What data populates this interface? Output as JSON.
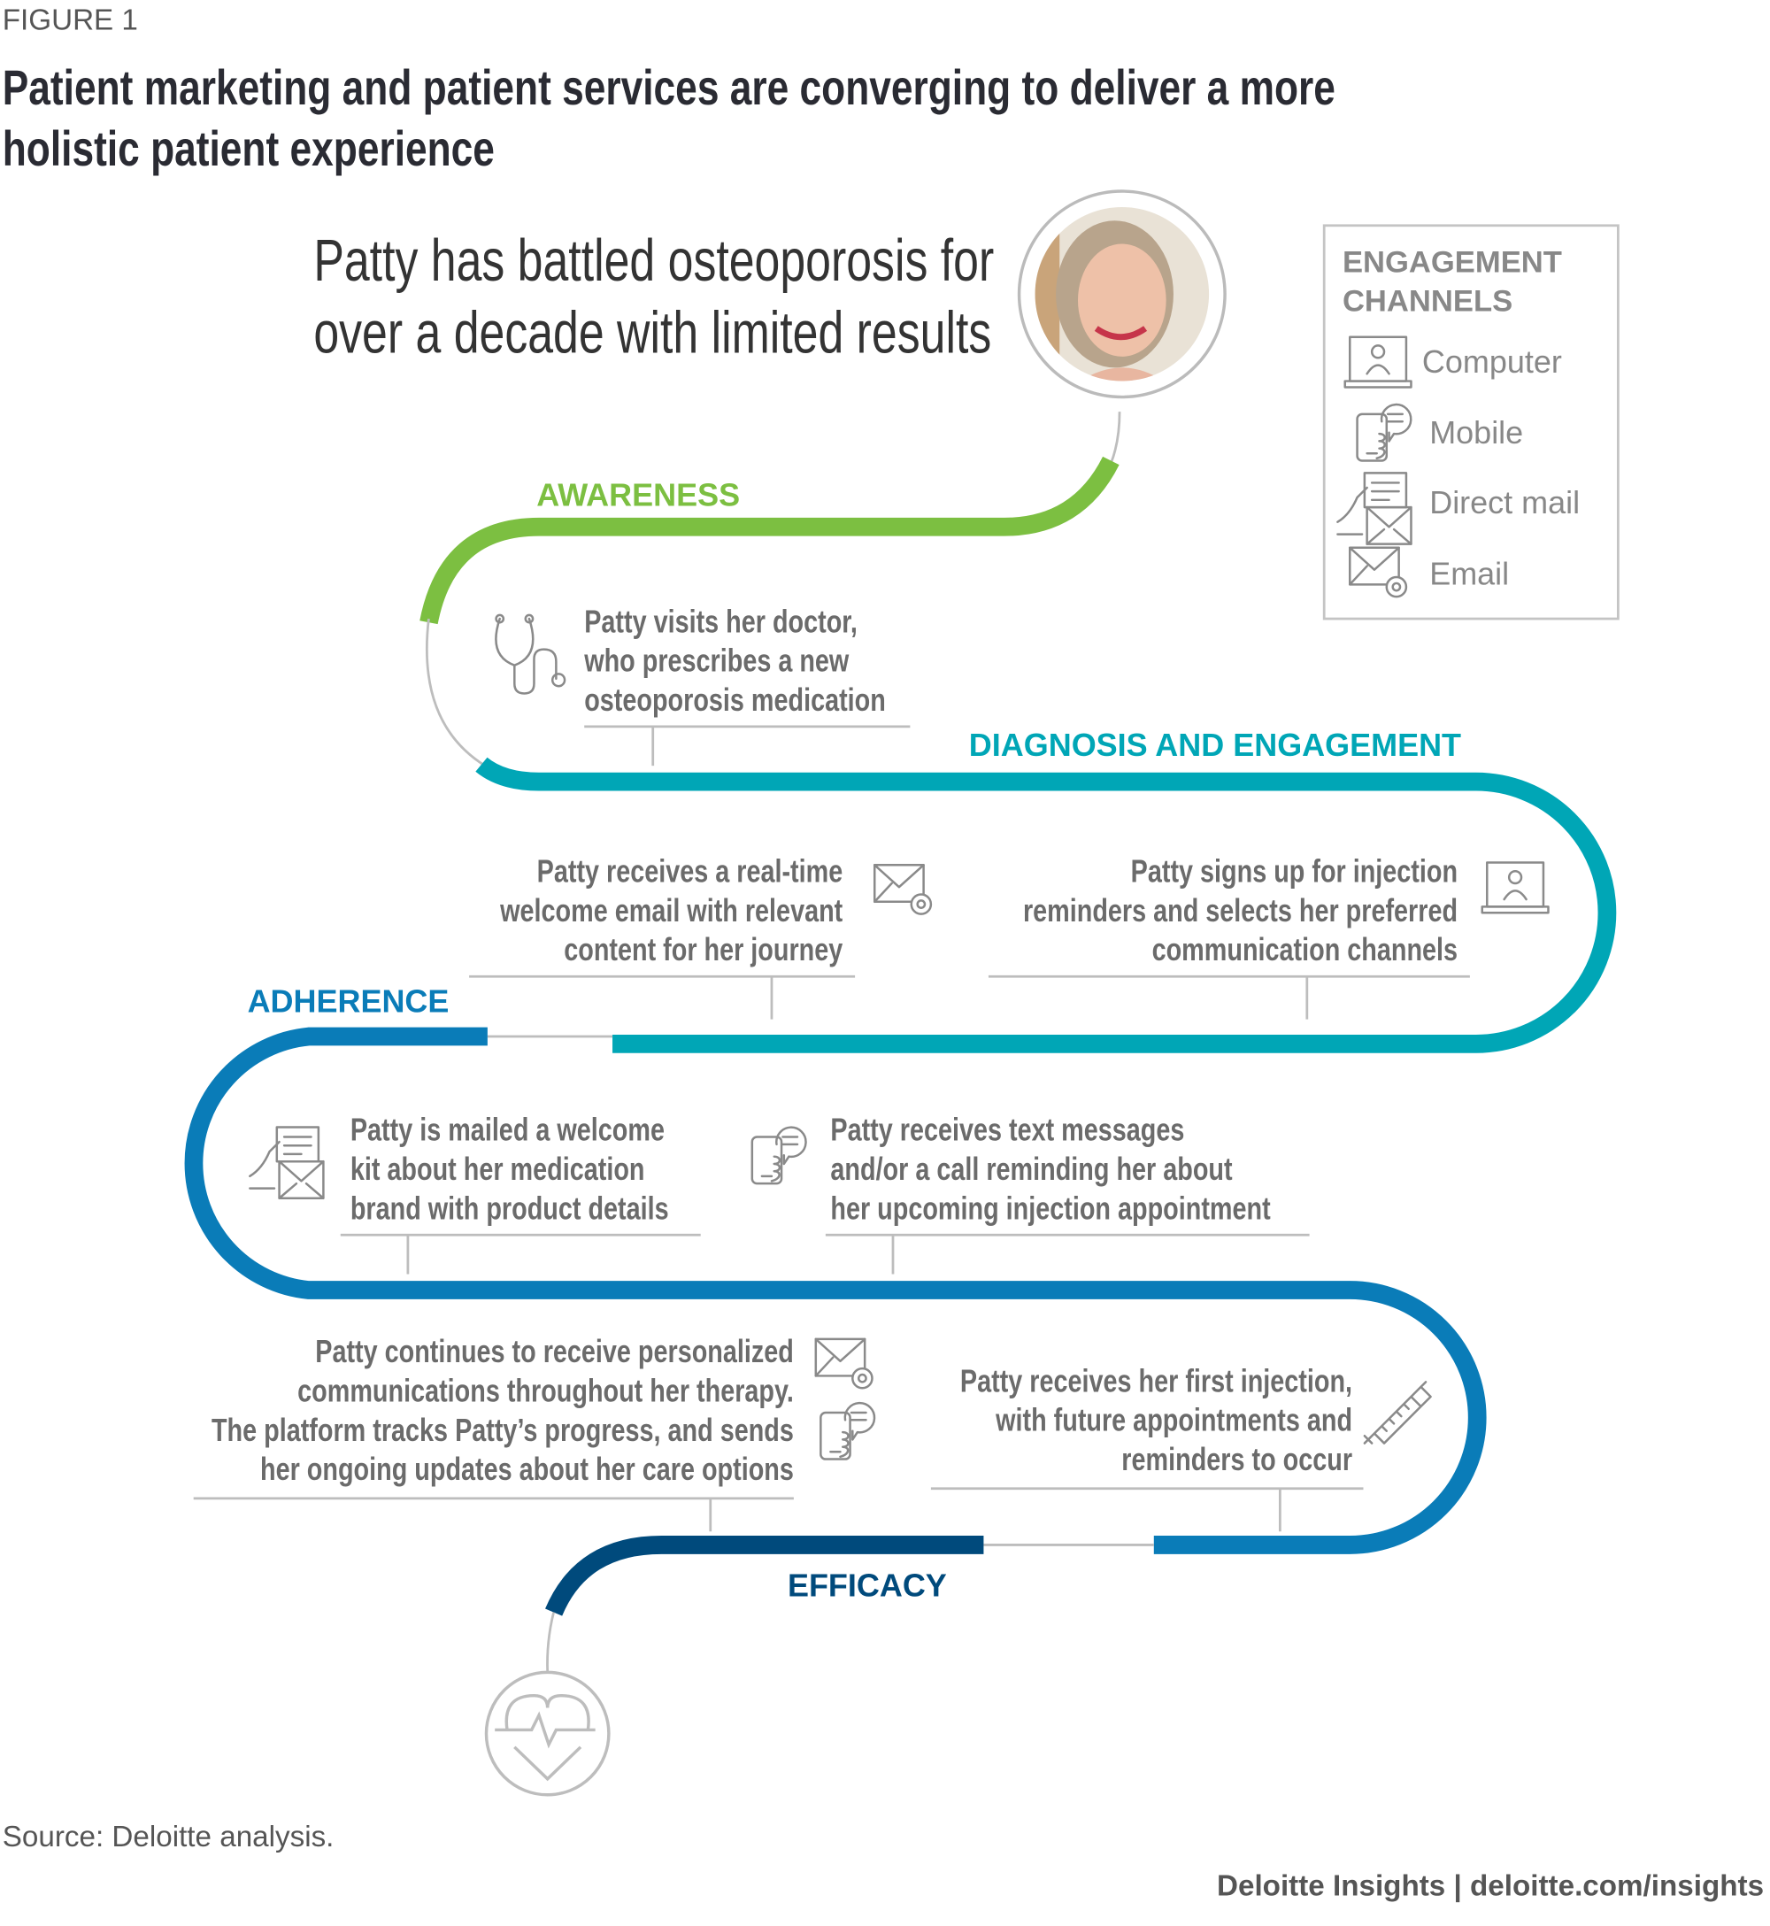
{
  "figure_label": "FIGURE 1",
  "title": [
    "Patient marketing and patient services are converging to deliver a more",
    "holistic patient experience"
  ],
  "intro": [
    "Patty has battled osteoporosis for",
    "over a decade with limited results"
  ],
  "legend": {
    "title": [
      "ENGAGEMENT",
      "CHANNELS"
    ],
    "items": [
      {
        "icon": "computer-icon",
        "label": "Computer"
      },
      {
        "icon": "mobile-icon",
        "label": "Mobile"
      },
      {
        "icon": "direct-mail-icon",
        "label": "Direct mail"
      },
      {
        "icon": "email-icon",
        "label": "Email"
      }
    ]
  },
  "stages": {
    "awareness": {
      "label": "AWARENESS",
      "color": "#7cbf41"
    },
    "diagnosis": {
      "label": "DIAGNOSIS AND ENGAGEMENT",
      "color": "#00a6b6"
    },
    "adherence": {
      "label": "ADHERENCE",
      "color": "#0a7cb8"
    },
    "efficacy": {
      "label": "EFFICACY",
      "color": "#004a7c"
    }
  },
  "steps": [
    {
      "icon": "stethoscope-icon",
      "lines": [
        "Patty visits her doctor,",
        "who prescribes a new",
        "osteoporosis medication"
      ]
    },
    {
      "icon": "email-icon",
      "lines": [
        "Patty receives a real-time",
        "welcome email with relevant",
        "content for her journey"
      ]
    },
    {
      "icon": "computer-icon",
      "lines": [
        "Patty signs up for injection",
        "reminders and selects her preferred",
        "communication channels"
      ]
    },
    {
      "icon": "direct-mail-icon",
      "lines": [
        "Patty is mailed a welcome",
        "kit about her medication",
        "brand with product details"
      ]
    },
    {
      "icon": "mobile-icon",
      "lines": [
        "Patty receives text messages",
        "and/or a call reminding her about",
        "her upcoming injection appointment"
      ]
    },
    {
      "icon": "email-mobile-icons",
      "lines": [
        "Patty continues to receive personalized",
        "communications throughout her therapy.",
        "The platform tracks Patty’s progress, and sends",
        "her ongoing updates about her care options"
      ]
    },
    {
      "icon": "syringe-icon",
      "lines": [
        "Patty receives her first injection,",
        "with future appointments and",
        "reminders to occur"
      ]
    }
  ],
  "source": "Source: Deloitte analysis.",
  "footer": "Deloitte Insights | deloitte.com/insights"
}
